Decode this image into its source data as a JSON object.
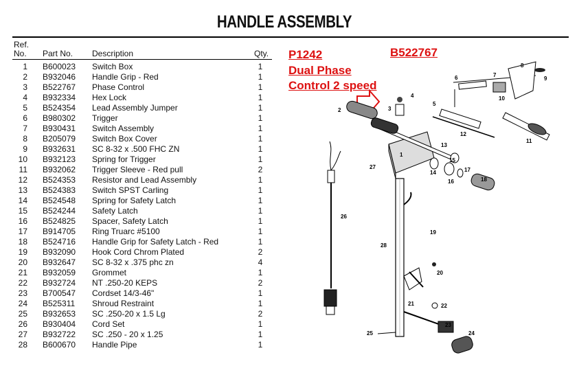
{
  "title": "HANDLE ASSEMBLY",
  "columns": {
    "ref": "Ref.\nNo.",
    "ref_top": "Ref.",
    "ref_bottom": "No.",
    "part": "Part No.",
    "desc": "Description",
    "qty": "Qty."
  },
  "parts": [
    {
      "ref": "1",
      "part": "B600023",
      "desc": "Switch Box",
      "qty": "1"
    },
    {
      "ref": "2",
      "part": "B932046",
      "desc": "Handle Grip - Red",
      "qty": "1"
    },
    {
      "ref": "3",
      "part": "B522767",
      "desc": "Phase Control",
      "qty": "1"
    },
    {
      "ref": "4",
      "part": "B932334",
      "desc": "Hex Lock",
      "qty": "1"
    },
    {
      "ref": "5",
      "part": "B524354",
      "desc": "Lead Assembly Jumper",
      "qty": "1"
    },
    {
      "ref": "6",
      "part": "B980302",
      "desc": "Trigger",
      "qty": "1"
    },
    {
      "ref": "7",
      "part": "B930431",
      "desc": "Switch Assembly",
      "qty": "1"
    },
    {
      "ref": "8",
      "part": "B205079",
      "desc": "Switch Box Cover",
      "qty": "1"
    },
    {
      "ref": "9",
      "part": "B932631",
      "desc": "SC 8-32 x .500 FHC ZN",
      "qty": "1"
    },
    {
      "ref": "10",
      "part": "B932123",
      "desc": "Spring for Trigger",
      "qty": "1"
    },
    {
      "ref": "11",
      "part": "B932062",
      "desc": "Trigger Sleeve - Red pull",
      "qty": "2"
    },
    {
      "ref": "12",
      "part": "B524353",
      "desc": "Resistor and Lead Assembly",
      "qty": "1"
    },
    {
      "ref": "13",
      "part": "B524383",
      "desc": "Switch SPST Carling",
      "qty": "1"
    },
    {
      "ref": "14",
      "part": "B524548",
      "desc": "Spring for Safety Latch",
      "qty": "1"
    },
    {
      "ref": "15",
      "part": "B524244",
      "desc": "Safety Latch",
      "qty": "1"
    },
    {
      "ref": "16",
      "part": "B524825",
      "desc": "Spacer, Safety Latch",
      "qty": "1"
    },
    {
      "ref": "17",
      "part": "B914705",
      "desc": "Ring Truarc #5100",
      "qty": "1"
    },
    {
      "ref": "18",
      "part": "B524716",
      "desc": "Handle Grip for Safety Latch - Red",
      "qty": "1"
    },
    {
      "ref": "19",
      "part": "B932090",
      "desc": "Hook Cord Chrom Plated",
      "qty": "2"
    },
    {
      "ref": "20",
      "part": "B932647",
      "desc": "SC 8-32 x .375 phc zn",
      "qty": "4"
    },
    {
      "ref": "21",
      "part": "B932059",
      "desc": "Grommet",
      "qty": "1"
    },
    {
      "ref": "22",
      "part": "B932724",
      "desc": "NT .250-20 KEPS",
      "qty": "2"
    },
    {
      "ref": "23",
      "part": "B700547",
      "desc": "Cordset 14/3-46\"",
      "qty": "1"
    },
    {
      "ref": "24",
      "part": "B525311",
      "desc": "Shroud Restraint",
      "qty": "1"
    },
    {
      "ref": "25",
      "part": "B932653",
      "desc": "SC .250-20 x 1.5 Lg",
      "qty": "2"
    },
    {
      "ref": "26",
      "part": "B930404",
      "desc": "Cord Set",
      "qty": "1"
    },
    {
      "ref": "27",
      "part": "B932722",
      "desc": "SC .250 - 20 x 1.25",
      "qty": "1"
    },
    {
      "ref": "28",
      "part": "B600670",
      "desc": "Handle Pipe",
      "qty": "1"
    }
  ],
  "notes": {
    "model_line1": "P1242",
    "model_line2": "Dual Phase",
    "model_line3": "Control 2 speed",
    "part_number": "B522767",
    "accent_color": "#d11111"
  },
  "diagram_callouts": [
    "1",
    "2",
    "3",
    "4",
    "5",
    "6",
    "7",
    "8",
    "9",
    "10",
    "11",
    "12",
    "13",
    "14",
    "15",
    "16",
    "17",
    "18",
    "19",
    "20",
    "21",
    "22",
    "23",
    "24",
    "25",
    "26",
    "27",
    "28"
  ]
}
